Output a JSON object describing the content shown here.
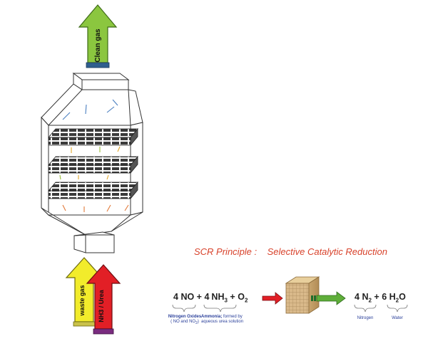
{
  "arrows": {
    "top_label": "Clean gas",
    "inlet_left_label": "waste gas",
    "inlet_right_label": "NH3 / Urea"
  },
  "title": {
    "main": "SCR Principle :",
    "sub": "Selective Catalytic Reduction"
  },
  "equation": {
    "reactant1": {
      "coef": "4",
      "formula": "NO"
    },
    "plus1": "+",
    "reactant2": {
      "coef": "4",
      "formula": "NH",
      "subscript": "3"
    },
    "plus2": "+",
    "reactant3": {
      "formula": "O",
      "subscript": "2"
    },
    "product1": {
      "coef": "4",
      "formula": "N",
      "subscript": "2"
    },
    "plus3": "+",
    "product2": {
      "coef": "6",
      "formula": "H",
      "subscript": "2",
      "suffix": "O"
    }
  },
  "labels": {
    "nox_name": "Nitrogen Oxides",
    "nox_detail": "( NO and NO",
    "nox_detail_sub": "2",
    "nox_detail_end": ")",
    "ammonia_name": "Ammonia;",
    "ammonia_detail_a": "formed by",
    "ammonia_detail_b": "aqueous urea solution",
    "nitrogen": "Nitrogen",
    "water": "Water"
  },
  "colors": {
    "clean_gas": "#8bc63f",
    "waste_gas": "#f2ec2b",
    "nh3": "#e21f26",
    "title": "#d8422b",
    "labels": "#2a3f9a",
    "catalyst": "#d9b98a"
  }
}
